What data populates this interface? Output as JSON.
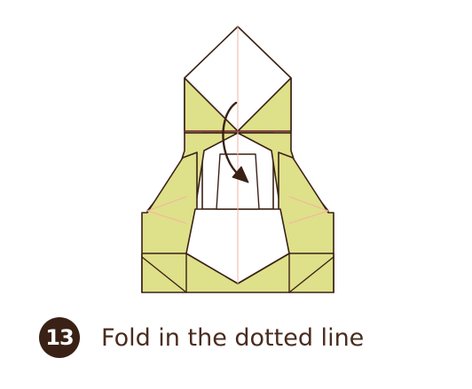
{
  "step": {
    "number": "13",
    "instruction": "Fold in the dotted line"
  },
  "diagram": {
    "colors": {
      "paper_front": "#dfe08a",
      "paper_back": "#ffffff",
      "outline": "#3a2116",
      "crease": "#f2b5a0",
      "valley_fold": "#8b2e2e",
      "arrow": "#3a2116"
    },
    "icons": [
      "origami-paper",
      "fold-line-dashed",
      "curved-fold-arrow"
    ]
  }
}
